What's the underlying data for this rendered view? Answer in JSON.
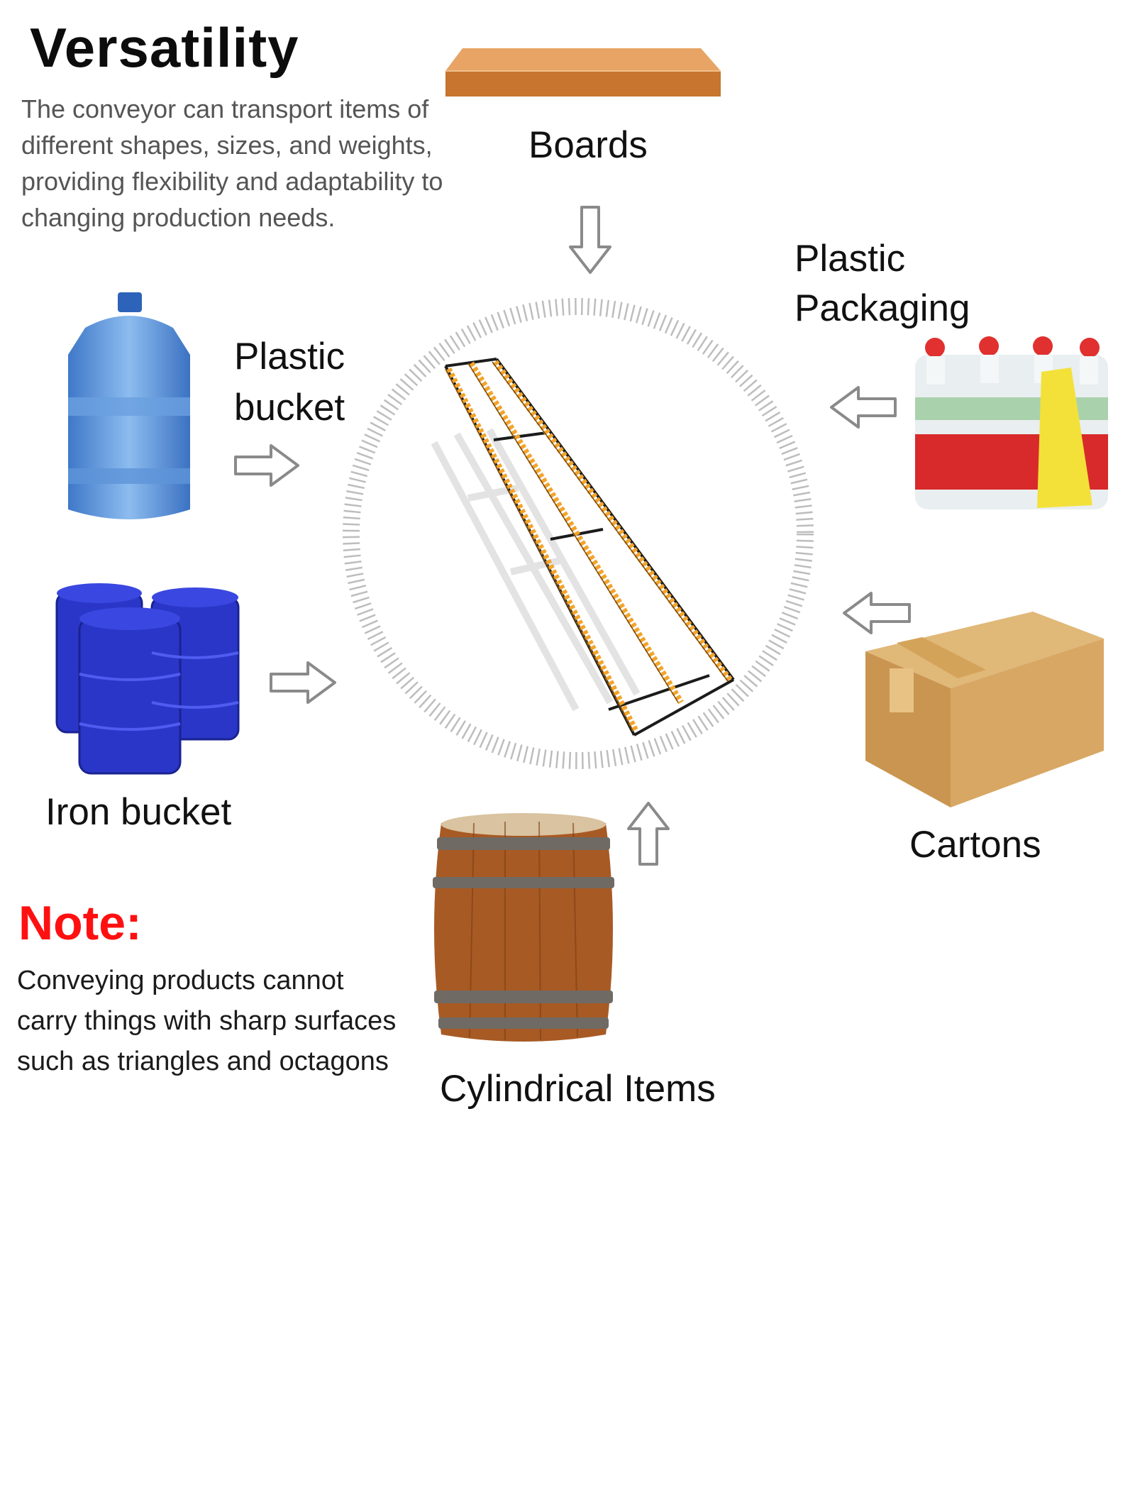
{
  "title": "Versatility",
  "description": "The conveyor can transport items of different shapes, sizes, and weights, providing flexibility and adaptability to changing production needs.",
  "items": {
    "boards": "Boards",
    "plastic_packaging_line1": "Plastic",
    "plastic_packaging_line2": "Packaging",
    "plastic_bucket_line1": "Plastic",
    "plastic_bucket_line2": "bucket",
    "iron_bucket": "Iron bucket",
    "cartons": "Cartons",
    "cylindrical_items": "Cylindrical Items"
  },
  "note": {
    "title": "Note:",
    "text": "Conveying products cannot carry things with sharp surfaces such as triangles and octagons"
  },
  "colors": {
    "note_title": "#ff1010",
    "description": "#555555",
    "roller": "#f2a42c",
    "arrow_outline": "#8a8a8a"
  },
  "icons": [
    "board-icon",
    "water-jug-icon",
    "oil-drums-icon",
    "bottle-pack-icon",
    "carton-box-icon",
    "wooden-barrel-icon",
    "roller-conveyor-icon",
    "arrow-icon"
  ]
}
